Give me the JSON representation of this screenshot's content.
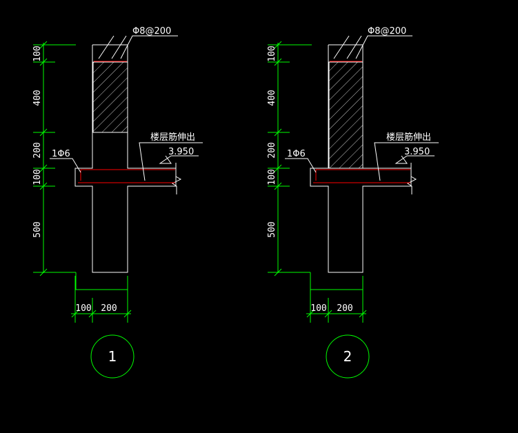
{
  "details": [
    {
      "id": "1",
      "top_rebar": "Φ8@200",
      "bottom_rebar": "1Φ6",
      "floor_note": "楼层筋伸出",
      "elevation": "3.950",
      "vertical_dims": [
        "100",
        "400",
        "200",
        "100",
        "500"
      ],
      "horizontal_dims": [
        "100",
        "200"
      ],
      "hatch_height": "partial"
    },
    {
      "id": "2",
      "top_rebar": "Φ8@200",
      "bottom_rebar": "1Φ6",
      "floor_note": "楼层筋伸出",
      "elevation": "3.950",
      "vertical_dims": [
        "100",
        "400",
        "200",
        "100",
        "500"
      ],
      "horizontal_dims": [
        "100",
        "200"
      ],
      "hatch_height": "full"
    }
  ],
  "colors": {
    "background": "#000000",
    "outline": "#ffffff",
    "dimension": "#00ff00",
    "rebar": "#ff0000"
  }
}
